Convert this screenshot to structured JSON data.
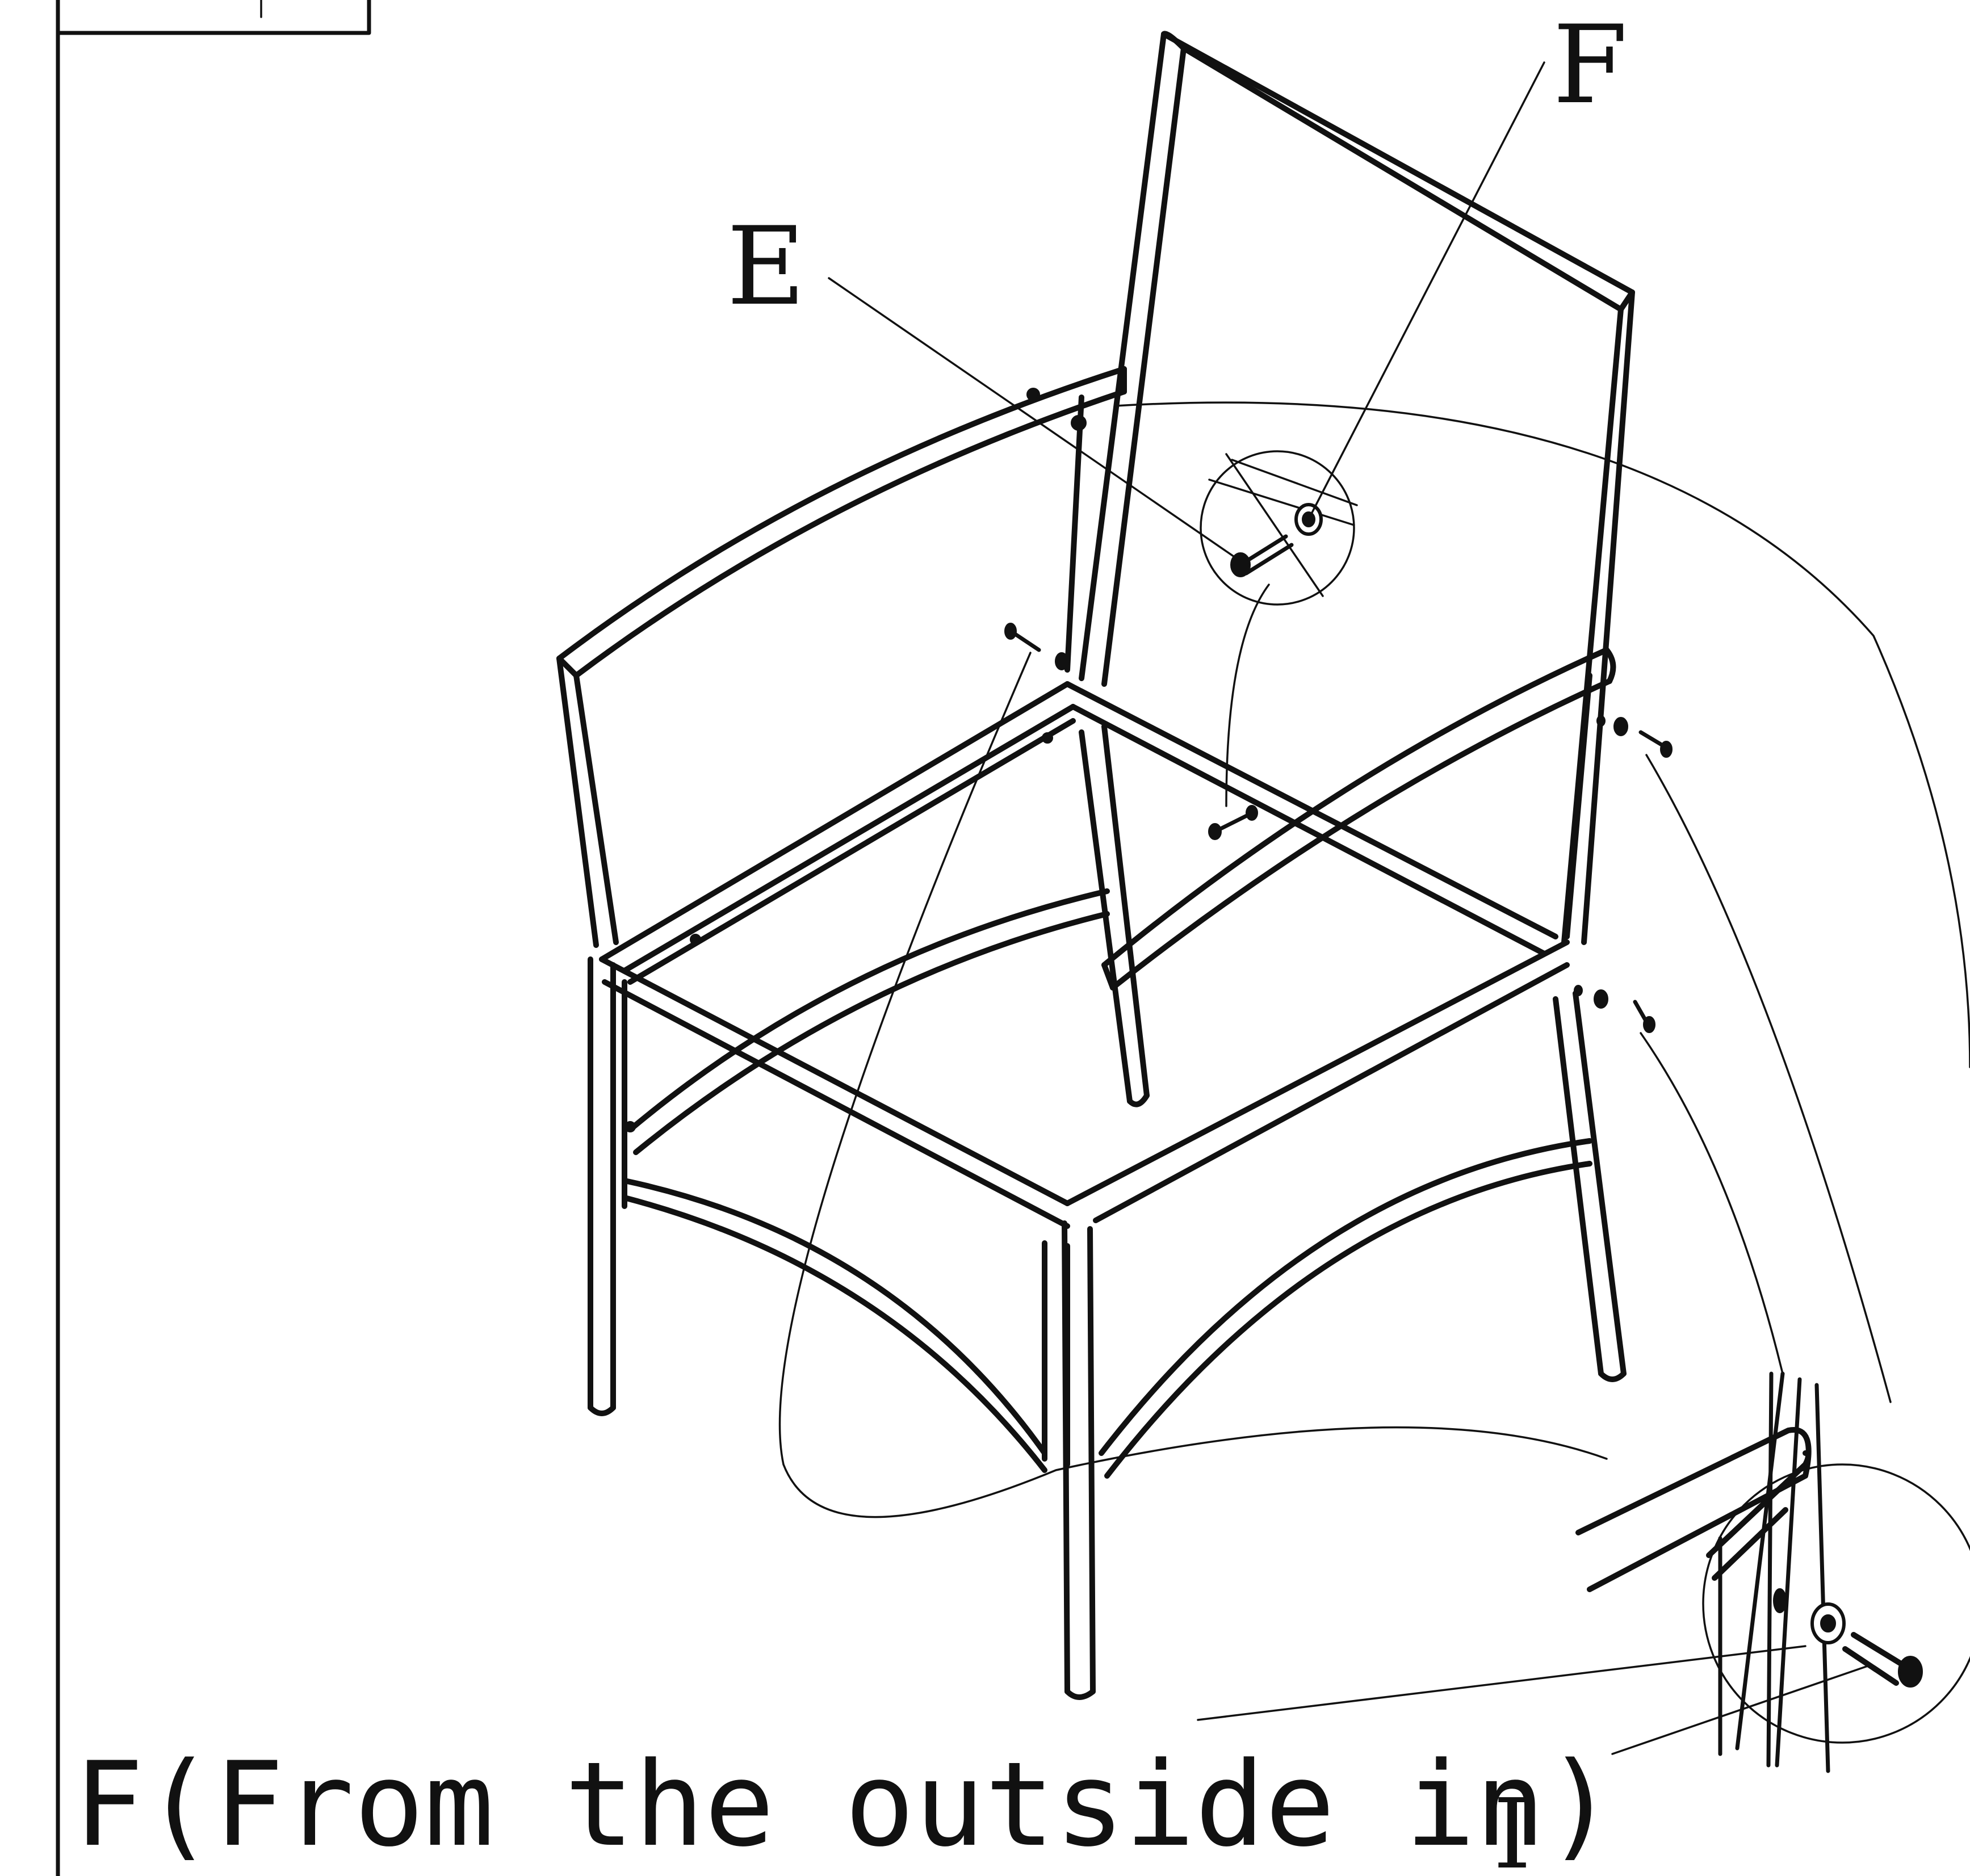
{
  "labels": {
    "part_e": "E",
    "part_f": "F",
    "caption": "F(From the outside in)",
    "part_i": "I"
  },
  "colors": {
    "line": "#111111",
    "background": "#ffffff"
  },
  "icons": [
    "bolt-icon",
    "washer-icon",
    "nut-icon"
  ]
}
